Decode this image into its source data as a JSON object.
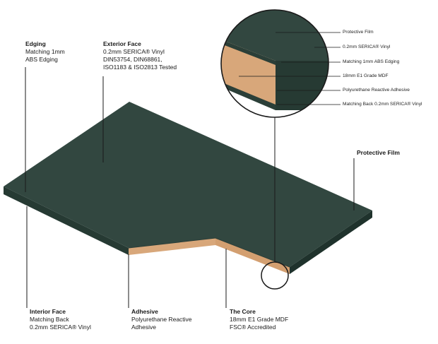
{
  "colors": {
    "panel_top": "#324740",
    "panel_side": "#243731",
    "core": "#d8a77a",
    "leader": "#1a1a1a"
  },
  "labels": {
    "edging": {
      "title": "Edging",
      "lines": [
        "Matching 1mm",
        "ABS Edging"
      ]
    },
    "exterior": {
      "title": "Exterior Face",
      "lines": [
        "0.2mm SERICA® Vinyl",
        "DIN53754, DIN68861,",
        "ISO1183 & ISO2813 Tested"
      ]
    },
    "protective": {
      "title": "Protective Film"
    },
    "interior": {
      "title": "Interior Face",
      "lines": [
        "Matching Back",
        "0.2mm SERICA® Vinyl"
      ]
    },
    "adhesive": {
      "title": "Adhesive",
      "lines": [
        "Polyurethane Reactive",
        "Adhesive"
      ]
    },
    "core": {
      "title": "The Core",
      "lines": [
        "18mm E1 Grade MDF",
        "FSC® Accredited"
      ]
    }
  },
  "callouts": [
    "Protective Film",
    "0.2mm SERICA® Vinyl",
    "Matching 1mm ABS Edging",
    "18mm E1 Grade MDF",
    "Polyurethane Reactive Adhesive",
    "Matching Back 0.2mm SERICA® Vinyl"
  ]
}
